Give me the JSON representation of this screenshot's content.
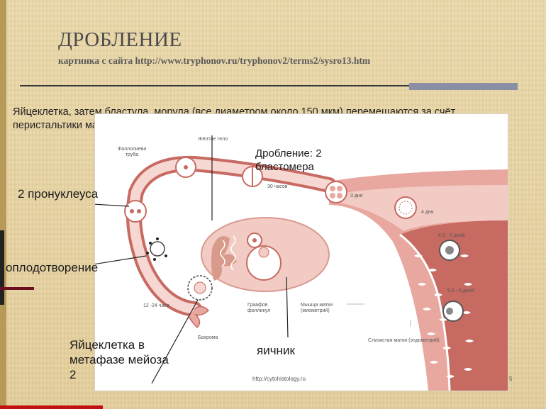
{
  "slide": {
    "title": "ДРОБЛЕНИЕ",
    "subtitle": "картинка  с сайта http://www.tryphonov.ru/tryphonov2/terms2/sysro13.htm",
    "description": "Яйцеклетка, затем бластула, морула (все диаметром около 150 мкм) перемещаются за счёт перистальтики маточной трубы и биения ресничек эпителия"
  },
  "figure": {
    "labels": {
      "fallopian": "Фаллопиева труба",
      "yellow_body": "Жёлтое тело",
      "h30": "30 часов",
      "d3": "3 дня",
      "d4": "4 дня",
      "d45": "4,5 - 5 дней",
      "d55": "5,5 - 6 дней",
      "h1224": "12 -24 часа",
      "graaf": "Граафов фолликул",
      "myometrium": "Мышца матки (миометрий)",
      "fringe": "Бахрома",
      "endometrium": "Слизистая матки (эндометрий)",
      "source": "http://cytohistology.ru",
      "page": "5"
    }
  },
  "callouts": {
    "cleavage": "Дробление: 2 бластомера",
    "pronuclei": "2 пронуклеуса",
    "fertilization": "оплодотворение",
    "metaphase": "Яйцеклетка в метафазе мейоза 2",
    "ovary": "яичник"
  },
  "colors": {
    "background": "#e7d6a6",
    "tissue": "#e8a8a0",
    "tissue_dark": "#c76a62",
    "accent_red": "#c01010"
  }
}
